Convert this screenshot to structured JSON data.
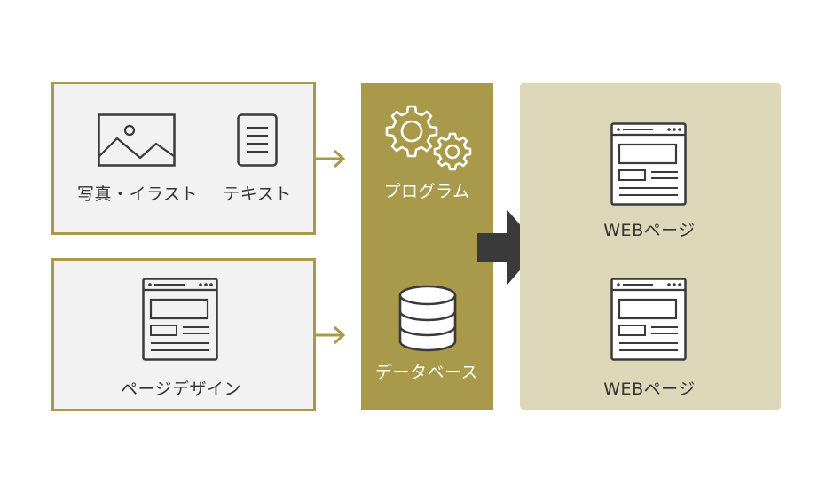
{
  "inputs": {
    "photo_label": "写真・イラスト",
    "text_label": "テキスト",
    "design_label": "ページデザイン"
  },
  "process": {
    "program_label": "プログラム",
    "database_label": "データベース"
  },
  "outputs": {
    "page1_label": "WEBページ",
    "page2_label": "WEBページ"
  },
  "colors": {
    "accent_olive": "#a89a4a",
    "output_beige": "#ddd7b9",
    "input_gray": "#f2f2f2",
    "icon_dark": "#3a3a3a",
    "big_arrow": "#3a3a3a"
  },
  "icons": {
    "photo": "image-icon",
    "text": "document-icon",
    "design": "webpage-layout-icon",
    "program": "gears-icon",
    "database": "database-icon",
    "output": "webpage-layout-icon",
    "flow": "arrow-right-icon"
  }
}
